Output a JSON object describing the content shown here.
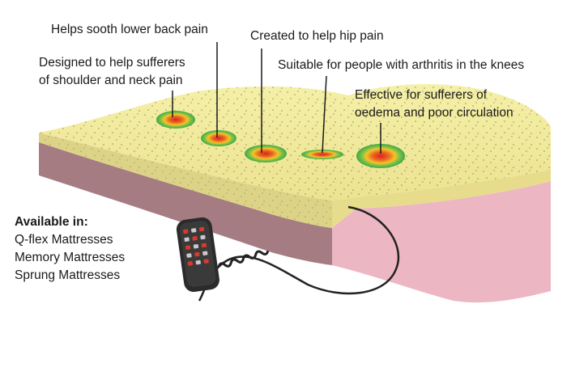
{
  "callouts": {
    "lower_back": "Helps sooth lower back pain",
    "hip": "Created to help hip pain",
    "shoulder_line1": "Designed to help sufferers",
    "shoulder_line2": "of shoulder and neck pain",
    "knees": "Suitable for people with arthritis in the knees",
    "oedema_line1": "Effective for sufferers of",
    "oedema_line2": "oedema and poor circulation"
  },
  "availability": {
    "heading": "Available in:",
    "items": [
      "Q-flex Mattresses",
      "Memory Mattresses",
      "Sprung Mattresses"
    ]
  },
  "colors": {
    "foam_top": "#f1ec9e",
    "foam_edge": "#ddd387",
    "base_left": "#a57c82",
    "base_right": "#ecb6c2",
    "hotspot_outer": "#58b847",
    "hotspot_inner": "#e0352a",
    "remote_body": "#2b2b2b",
    "remote_button_red": "#d93a2e",
    "remote_button_grey": "#c9c9c9"
  }
}
